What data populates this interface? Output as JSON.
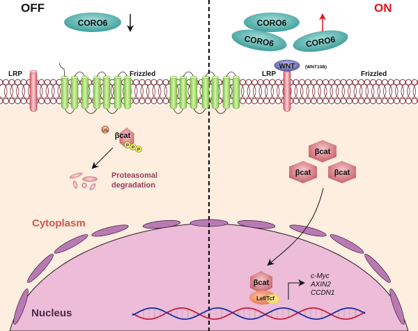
{
  "panels": {
    "off": {
      "title": "OFF",
      "title_color": "#111111",
      "arrow_direction": "down"
    },
    "on": {
      "title": "ON",
      "title_color": "#e0141e",
      "arrow_direction": "up"
    }
  },
  "coro6": {
    "label": "CORO6",
    "off_count": 1,
    "on_count": 3
  },
  "membrane": {
    "lrp_label": "LRP",
    "frizzled_label": "Frizzled",
    "wnt_label": "WNT",
    "wnt_variant": "(WNT10B)"
  },
  "beta_catenin": {
    "label": "βcat",
    "ub_label": "Ub",
    "p_label": "P"
  },
  "degradation": {
    "line1": "Proteasomal",
    "line2": "degradation"
  },
  "compartments": {
    "cytoplasm": "Cytoplasm",
    "nucleus": "Nucleus"
  },
  "transcription": {
    "factor_label": "Lef/Tcf",
    "targets": [
      "c-Myc",
      "AXIN2",
      "CCDN1"
    ]
  },
  "colors": {
    "cytoplasm": "#fdeee0",
    "nucleus": "#ecbcd8",
    "nuclear_pore": "#b97ab4",
    "coro6": "#5fb9b5",
    "bcat": "#d98a90",
    "frizzled": "#9fd66a",
    "lrp": "#f29aa3",
    "wnt": "#7878c0",
    "membrane": "#7a2530"
  }
}
